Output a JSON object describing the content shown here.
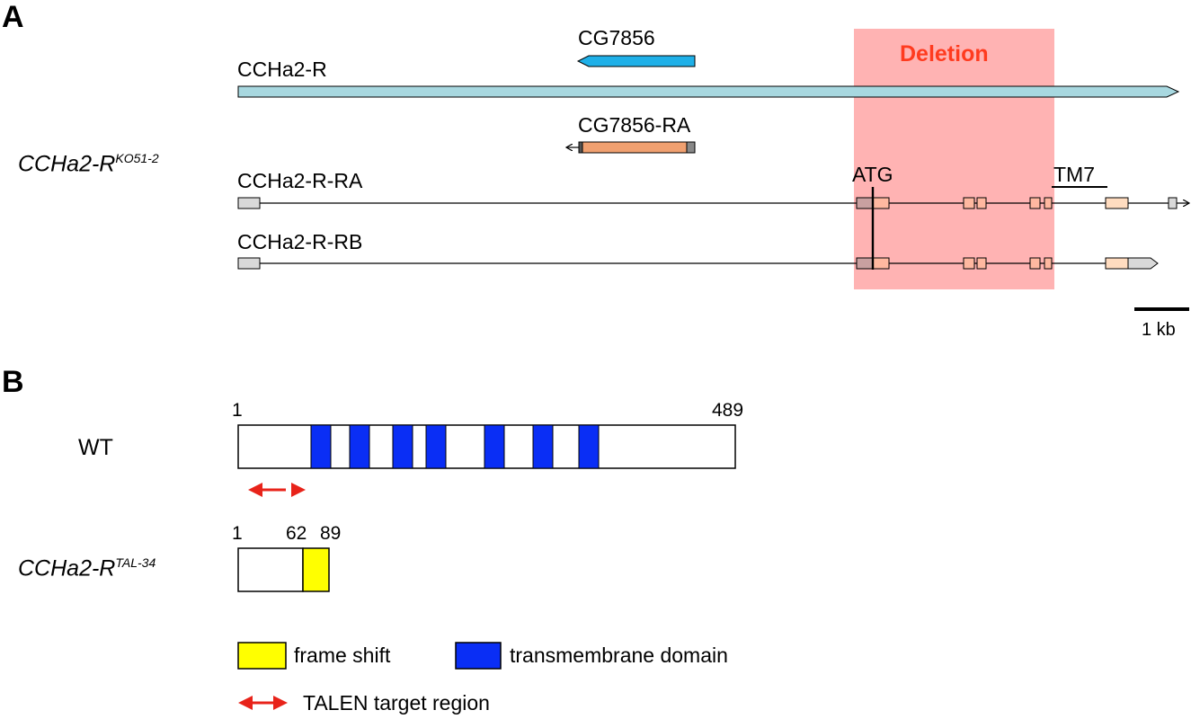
{
  "panel_a": {
    "letter": "A",
    "deletion_label": "Deletion",
    "genes": {
      "cg7856": "CG7856",
      "cchar": "CCHa2-R"
    },
    "transcripts": {
      "cg7856_ra": "CG7856-RA",
      "ra": "CCHa2-R-RA",
      "rb": "CCHa2-R-RB"
    },
    "allele": {
      "base": "CCHa2-R",
      "sup": "KO51-2"
    },
    "atg_label": "ATG",
    "tm7_label": "TM7",
    "scale_label": "1 kb"
  },
  "panel_b": {
    "letter": "B",
    "wt_label": "WT",
    "wt_start": "1",
    "wt_end": "489",
    "mutant": {
      "base": "CCHa2-R",
      "sup": "TAL-34"
    },
    "mut_num_1": "1",
    "mut_num_62": "62",
    "mut_num_89": "89"
  },
  "legend": {
    "frame_shift": "frame shift",
    "transmembrane": "transmembrane domain",
    "talen": "TALEN target region"
  },
  "colors": {
    "deletion_fill": "#ffb3b3",
    "deletion_text": "#ff3b1f",
    "cg7856_gene": "#1fb0e8",
    "cchar_gene": "#a8d8e0",
    "cg7856_exon": "#f0a070",
    "utr": "#d9d9d9",
    "coding_exon": "#ffb8a0",
    "tm_domain": "#0a2ef5",
    "frame_shift": "#ffff00",
    "talen_arrow": "#e8231a"
  }
}
